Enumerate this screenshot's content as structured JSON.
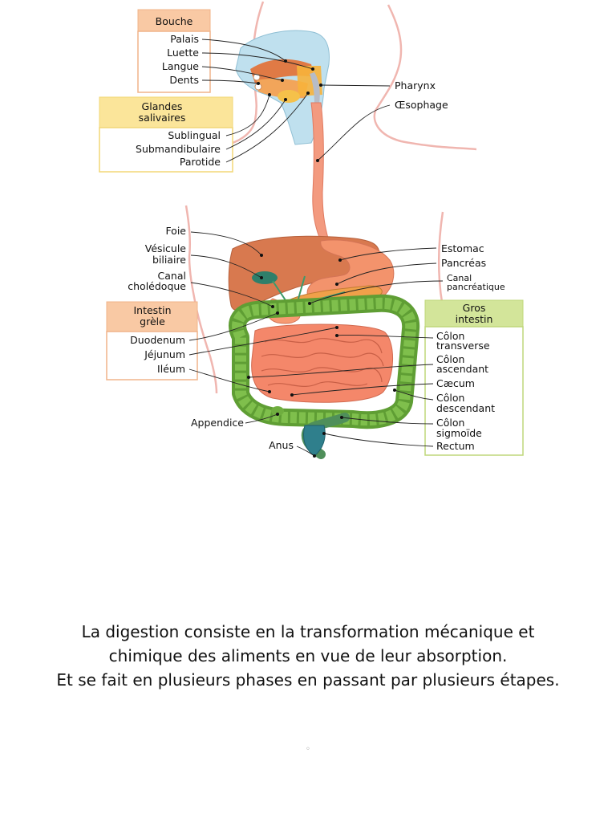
{
  "diagram": {
    "groups": {
      "bouche": {
        "title": "Bouche",
        "items": [
          "Palais",
          "Luette",
          "Langue",
          "Dents"
        ]
      },
      "glandes": {
        "title_line1": "Glandes",
        "title_line2": "salivaires",
        "items": [
          "Sublingual",
          "Submandibulaire",
          "Parotide"
        ]
      },
      "intestin": {
        "title_line1": "Intestin",
        "title_line2": "grèle",
        "items": [
          "Duodenum",
          "Jéjunum",
          "Iléum"
        ]
      },
      "gros": {
        "title_line1": "Gros",
        "title_line2": "intestin",
        "items": [
          {
            "l1": "Côlon",
            "l2": "transverse"
          },
          {
            "l1": "Côlon",
            "l2": "ascendant"
          },
          {
            "l1": "Cæcum",
            "l2": ""
          },
          {
            "l1": "Côlon",
            "l2": "descendant"
          },
          {
            "l1": "Côlon",
            "l2": "sigmoïde"
          },
          {
            "l1": "Rectum",
            "l2": ""
          }
        ]
      }
    },
    "labels": {
      "pharynx": "Pharynx",
      "oesophage": "Œsophage",
      "foie": "Foie",
      "vesicule_l1": "Vésicule",
      "vesicule_l2": "biliaire",
      "canal_l1": "Canal",
      "canal_l2": "cholédoque",
      "estomac": "Estomac",
      "pancreas": "Pancréas",
      "canalp_l1": "Canal",
      "canalp_l2": "pancréatique",
      "appendice": "Appendice",
      "anus": "Anus"
    },
    "colors": {
      "bouche_header": "#f9c9a4",
      "glandes_header": "#fbe59a",
      "intestin_header": "#f9c9a4",
      "gros_header": "#d3e59a",
      "liver": "#d8794f",
      "stomach": "#f3936c",
      "small_intestine": "#f4876a",
      "large_intestine": "#6fae3f",
      "rectum": "#2f7f8c",
      "esophagus": "#f39a7f"
    }
  },
  "caption": {
    "line1": "La digestion consiste en la transformation mécanique et",
    "line2": "chimique des aliments en vue de leur absorption.",
    "line3": "Et se fait en plusieurs phases en passant par plusieurs étapes."
  },
  "footnote": "◦"
}
